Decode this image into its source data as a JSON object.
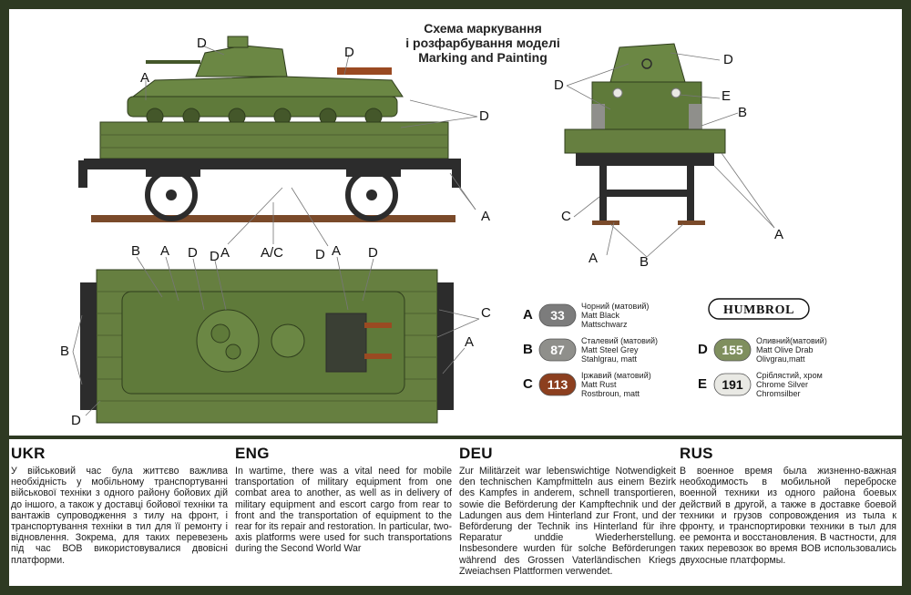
{
  "header": {
    "title_line1": "Схема маркування",
    "title_line2": "і розфарбування моделі",
    "title_line3": "Marking and Painting"
  },
  "labels": {
    "a": "A",
    "b": "B",
    "c": "C",
    "d": "D",
    "e": "E",
    "ac": "A/C"
  },
  "brand": "HUMBROL",
  "colors": {
    "olive": "#5f7a3a",
    "olive_dark": "#44572a",
    "frame": "#2c2c2c",
    "rust": "#9a4a22",
    "track": "#7a4a2a"
  },
  "paints": [
    {
      "key": "A",
      "number": "33",
      "swatch": "#7c7c7c",
      "text": "#ffffff",
      "names": [
        "Чорний (матовий)",
        "Matt Black",
        "Mattschwarz"
      ]
    },
    {
      "key": "B",
      "number": "87",
      "swatch": "#8f8f8b",
      "text": "#ffffff",
      "names": [
        "Сталевий (матовий)",
        "Matt Steel Grey",
        "Stahlgrau, matt"
      ]
    },
    {
      "key": "C",
      "number": "113",
      "swatch": "#8c3f1f",
      "text": "#ffffff",
      "names": [
        "Іржавий (матовий)",
        "Matt Rust",
        "Rostbroun, matt"
      ]
    },
    {
      "key": "D",
      "number": "155",
      "swatch": "#7f8f5e",
      "text": "#ffffff",
      "names": [
        "Оливний(матовий)",
        "Matt Olive Drab",
        "Olivgrau,matt"
      ]
    },
    {
      "key": "E",
      "number": "191",
      "swatch": "#e9e9e4",
      "text": "#111111",
      "names": [
        "Сріблястий, хром",
        "Chrome Silver",
        "Chromsilber"
      ]
    }
  ],
  "sections": [
    {
      "code": "UKR",
      "text": "У військовий час була життєво важлива необхідність у мобільному транспортуванні військової техніки з одного району бойових дій до іншого, а також у доставці бойової техніки та вантажів супроводження з тилу на фронт, і транспортування техніки в тил для її ремонту і відновлення. Зокрема, для таких перевезень під час ВОВ використовувалися двовісні платформи."
    },
    {
      "code": "ENG",
      "text": "In wartime, there was a vital need for mobile transportation of military equipment from one combat area to another, as well as in delivery of military equipment and escort cargo from rear to front and the transportation of equipment to the rear for its repair and restoration. In particular, two-axis platforms were used for such transportations during the Second World War"
    },
    {
      "code": "DEU",
      "text": "Zur Militärzeit war lebenswichtige Notwendigkeit den technischen Kampfmitteln aus einem Bezirk des Kampfes in anderem, schnell transportieren, sowie die Beförderung der Kampftechnik und der Ladungen aus dem Hinterland zur Front, und der Beförderung der Technik ins Hinterland für ihre Reparatur unddie Wiederherstellung. Insbesondere wurden für solche Beförderungen während des Grossen Vaterländischen Kriegs Zweiachsen Plattformen verwendet."
    },
    {
      "code": "RUS",
      "text": "В военное время была жизненно-важная необходимость в мобильной переброске военной техники из одного района боевых действий в другой, а также в доставке боевой техники и грузов сопровождения из тыла к фронту, и транспортировки техники в тыл для ее ремонта и восстановления. В частности, для таких перевозок во время ВОВ использовались двухосные платформы."
    }
  ]
}
